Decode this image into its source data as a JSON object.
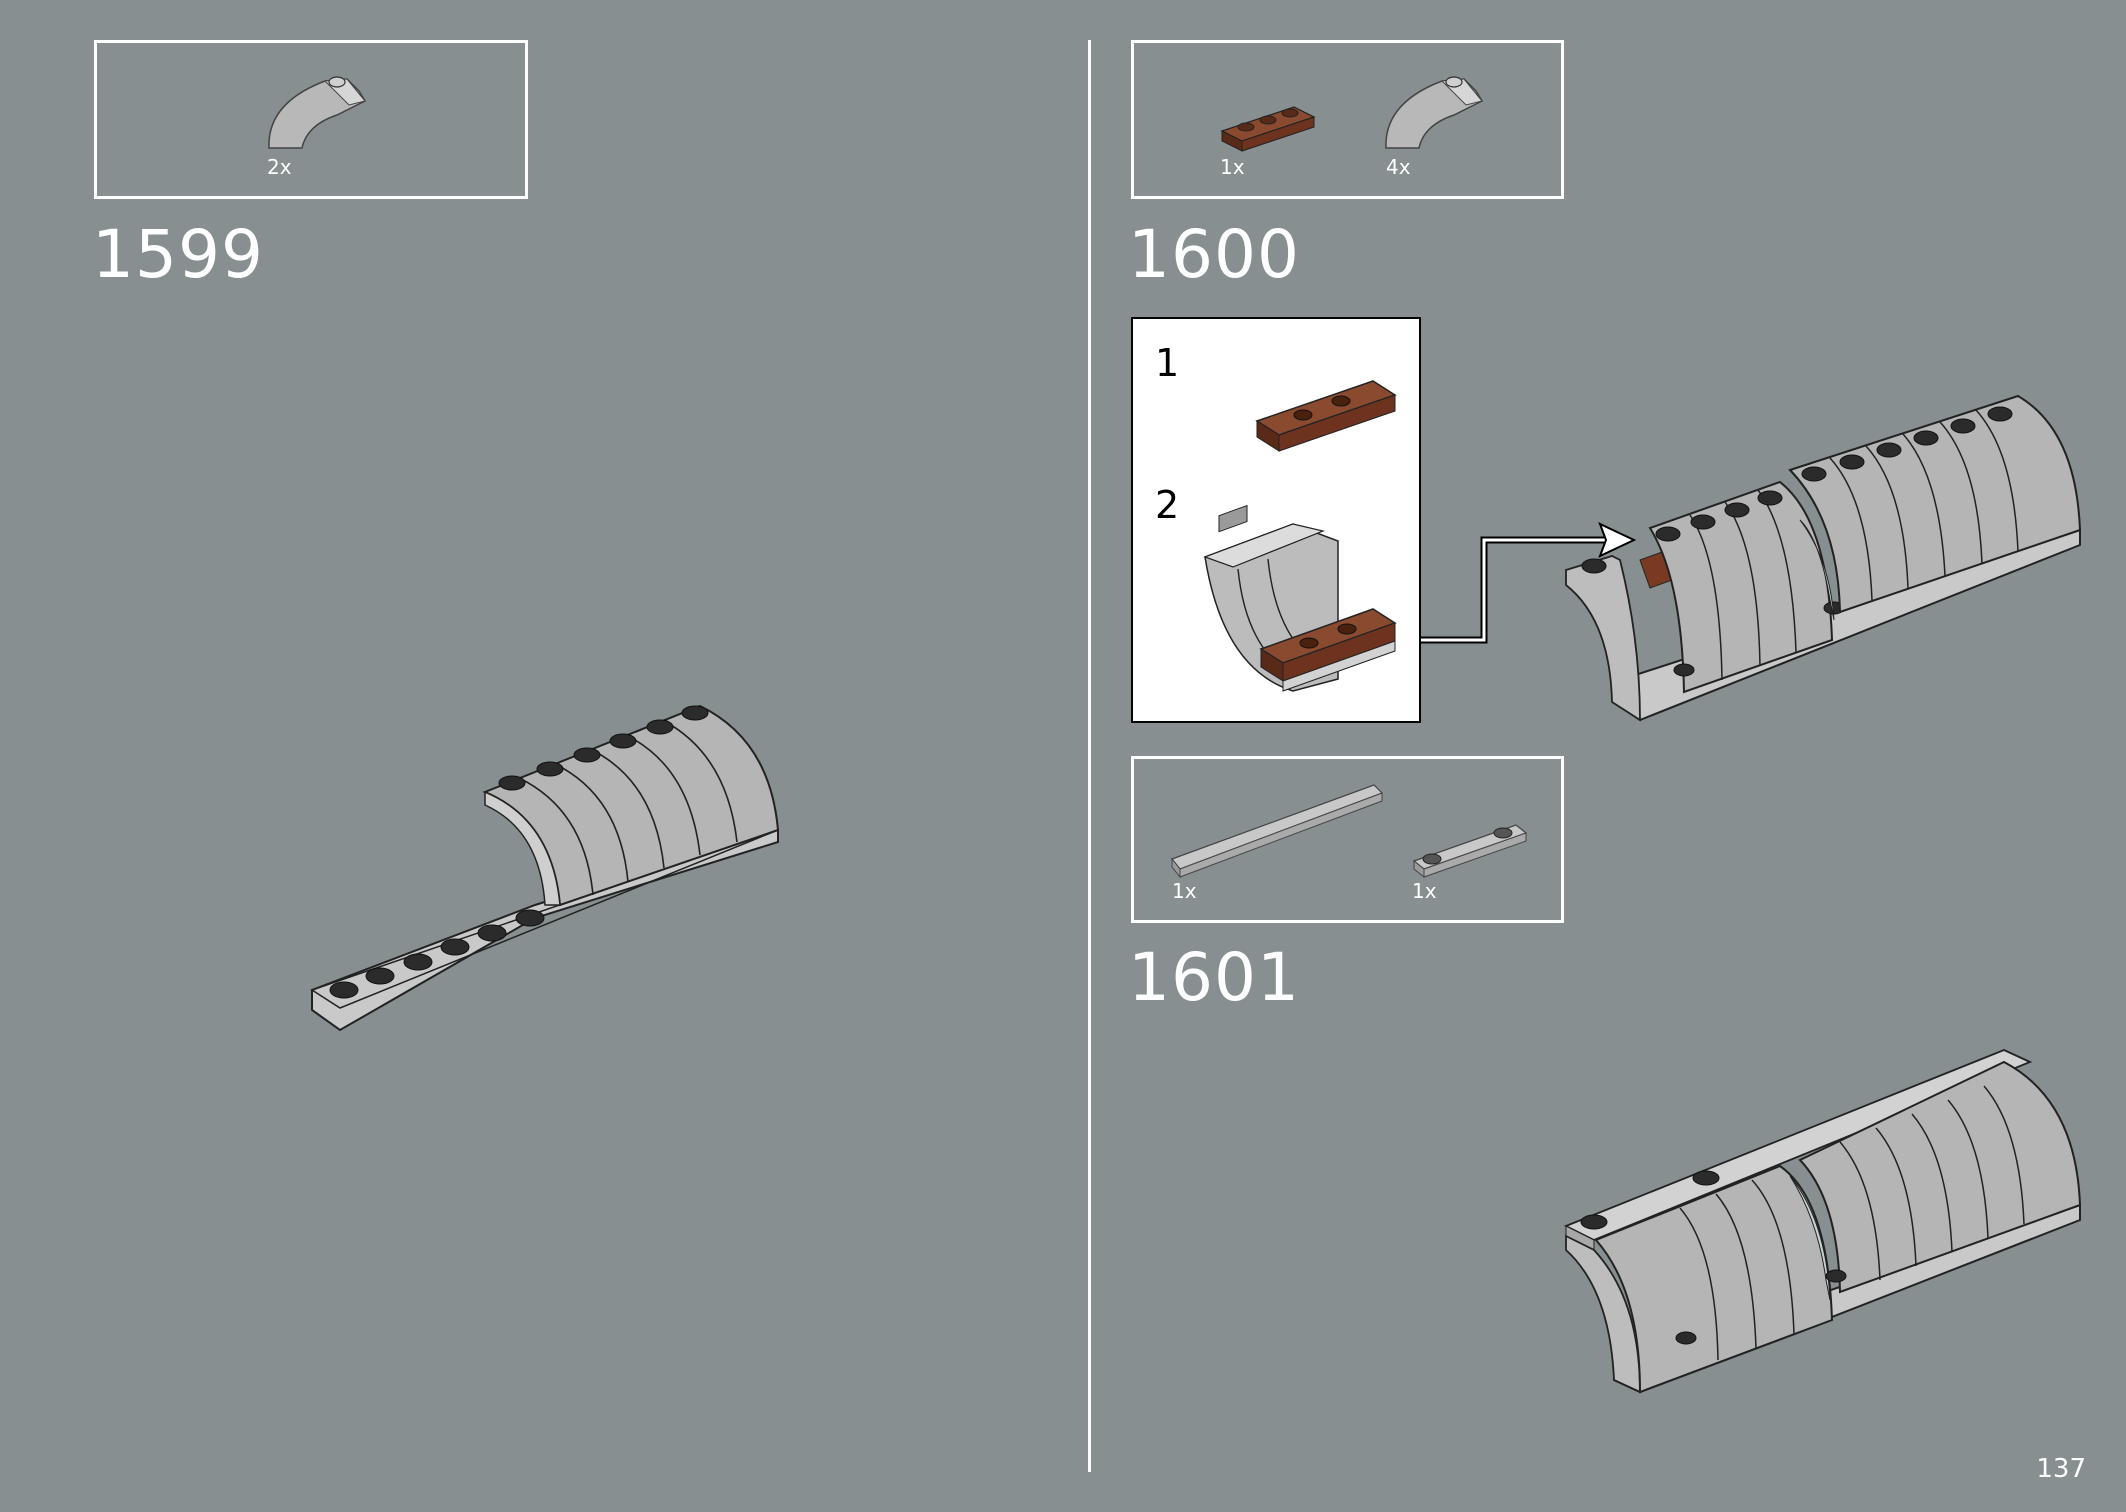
{
  "page_number": "137",
  "steps": [
    {
      "number": "1599",
      "parts": [
        {
          "name": "grey-curved-arch-brick",
          "qty": "2x"
        }
      ]
    },
    {
      "number": "1600",
      "parts": [
        {
          "name": "brown-plate-1x3",
          "qty": "1x"
        },
        {
          "name": "grey-curved-arch-brick",
          "qty": "4x"
        }
      ],
      "subassembly": {
        "substeps": [
          "1",
          "2"
        ]
      }
    },
    {
      "number": "1601",
      "parts": [
        {
          "name": "grey-long-tile",
          "qty": "1x"
        },
        {
          "name": "grey-plate-with-two-studs",
          "qty": "1x"
        }
      ]
    }
  ],
  "colors": {
    "background": "#878f90",
    "brick_grey": "#b8b8b8",
    "brick_brown": "#7a3a22",
    "outline": "#ffffff"
  }
}
